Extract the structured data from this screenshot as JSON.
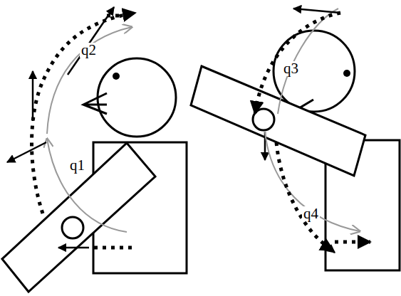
{
  "diagram": {
    "labels": [
      "q1",
      "q2",
      "q3",
      "q4"
    ]
  }
}
